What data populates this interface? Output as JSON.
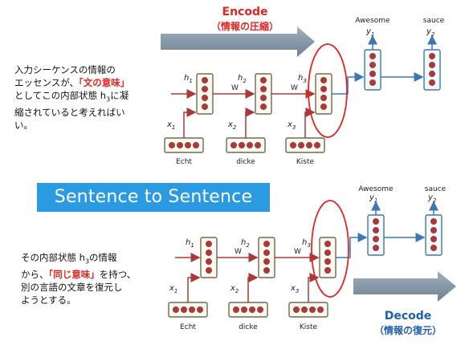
{
  "encode": {
    "title": "Encode",
    "subtitle": "（情報の圧縮）"
  },
  "decode": {
    "title": "Decode",
    "subtitle": "（情報の復元）"
  },
  "banner": "Sentence to Sentence",
  "para1": {
    "line1": "入力シーケンスの情報の",
    "line2_prefix": "エッセンスが、",
    "line2_highlight": "「文の意味」",
    "line3_prefix": "としてこの内部状態 h",
    "line3_sub": "3",
    "line3_suffix": "に凝",
    "line4": "縮されていると考えればい",
    "line5": "い。"
  },
  "para2": {
    "line1_prefix": "その内部状態 h",
    "line1_sub": "3",
    "line1_suffix": "の情報",
    "line2_prefix": "から、",
    "line2_highlight": "「同じ意味」",
    "line2_suffix": "を持つ、",
    "line3": "別の言語の文章を復元し",
    "line4": "ようとする。"
  },
  "diagram": {
    "inputs": [
      "Echt",
      "dicke",
      "Kiste"
    ],
    "outputs": [
      "Awesome",
      "sauce"
    ],
    "hidden_labels": [
      "h1",
      "h2",
      "h3"
    ],
    "input_labels": [
      "x1",
      "x2",
      "x3"
    ],
    "output_labels": [
      "y1",
      "y2"
    ],
    "weight_label": "W"
  },
  "colors": {
    "accent_red": "#e8231f",
    "banner_blue": "#2a9be0",
    "decode_blue": "#1f5fae",
    "node_red": "#a83a3a",
    "arrow_gray": "#7a8c9c",
    "link_blue": "#3d77b8"
  }
}
